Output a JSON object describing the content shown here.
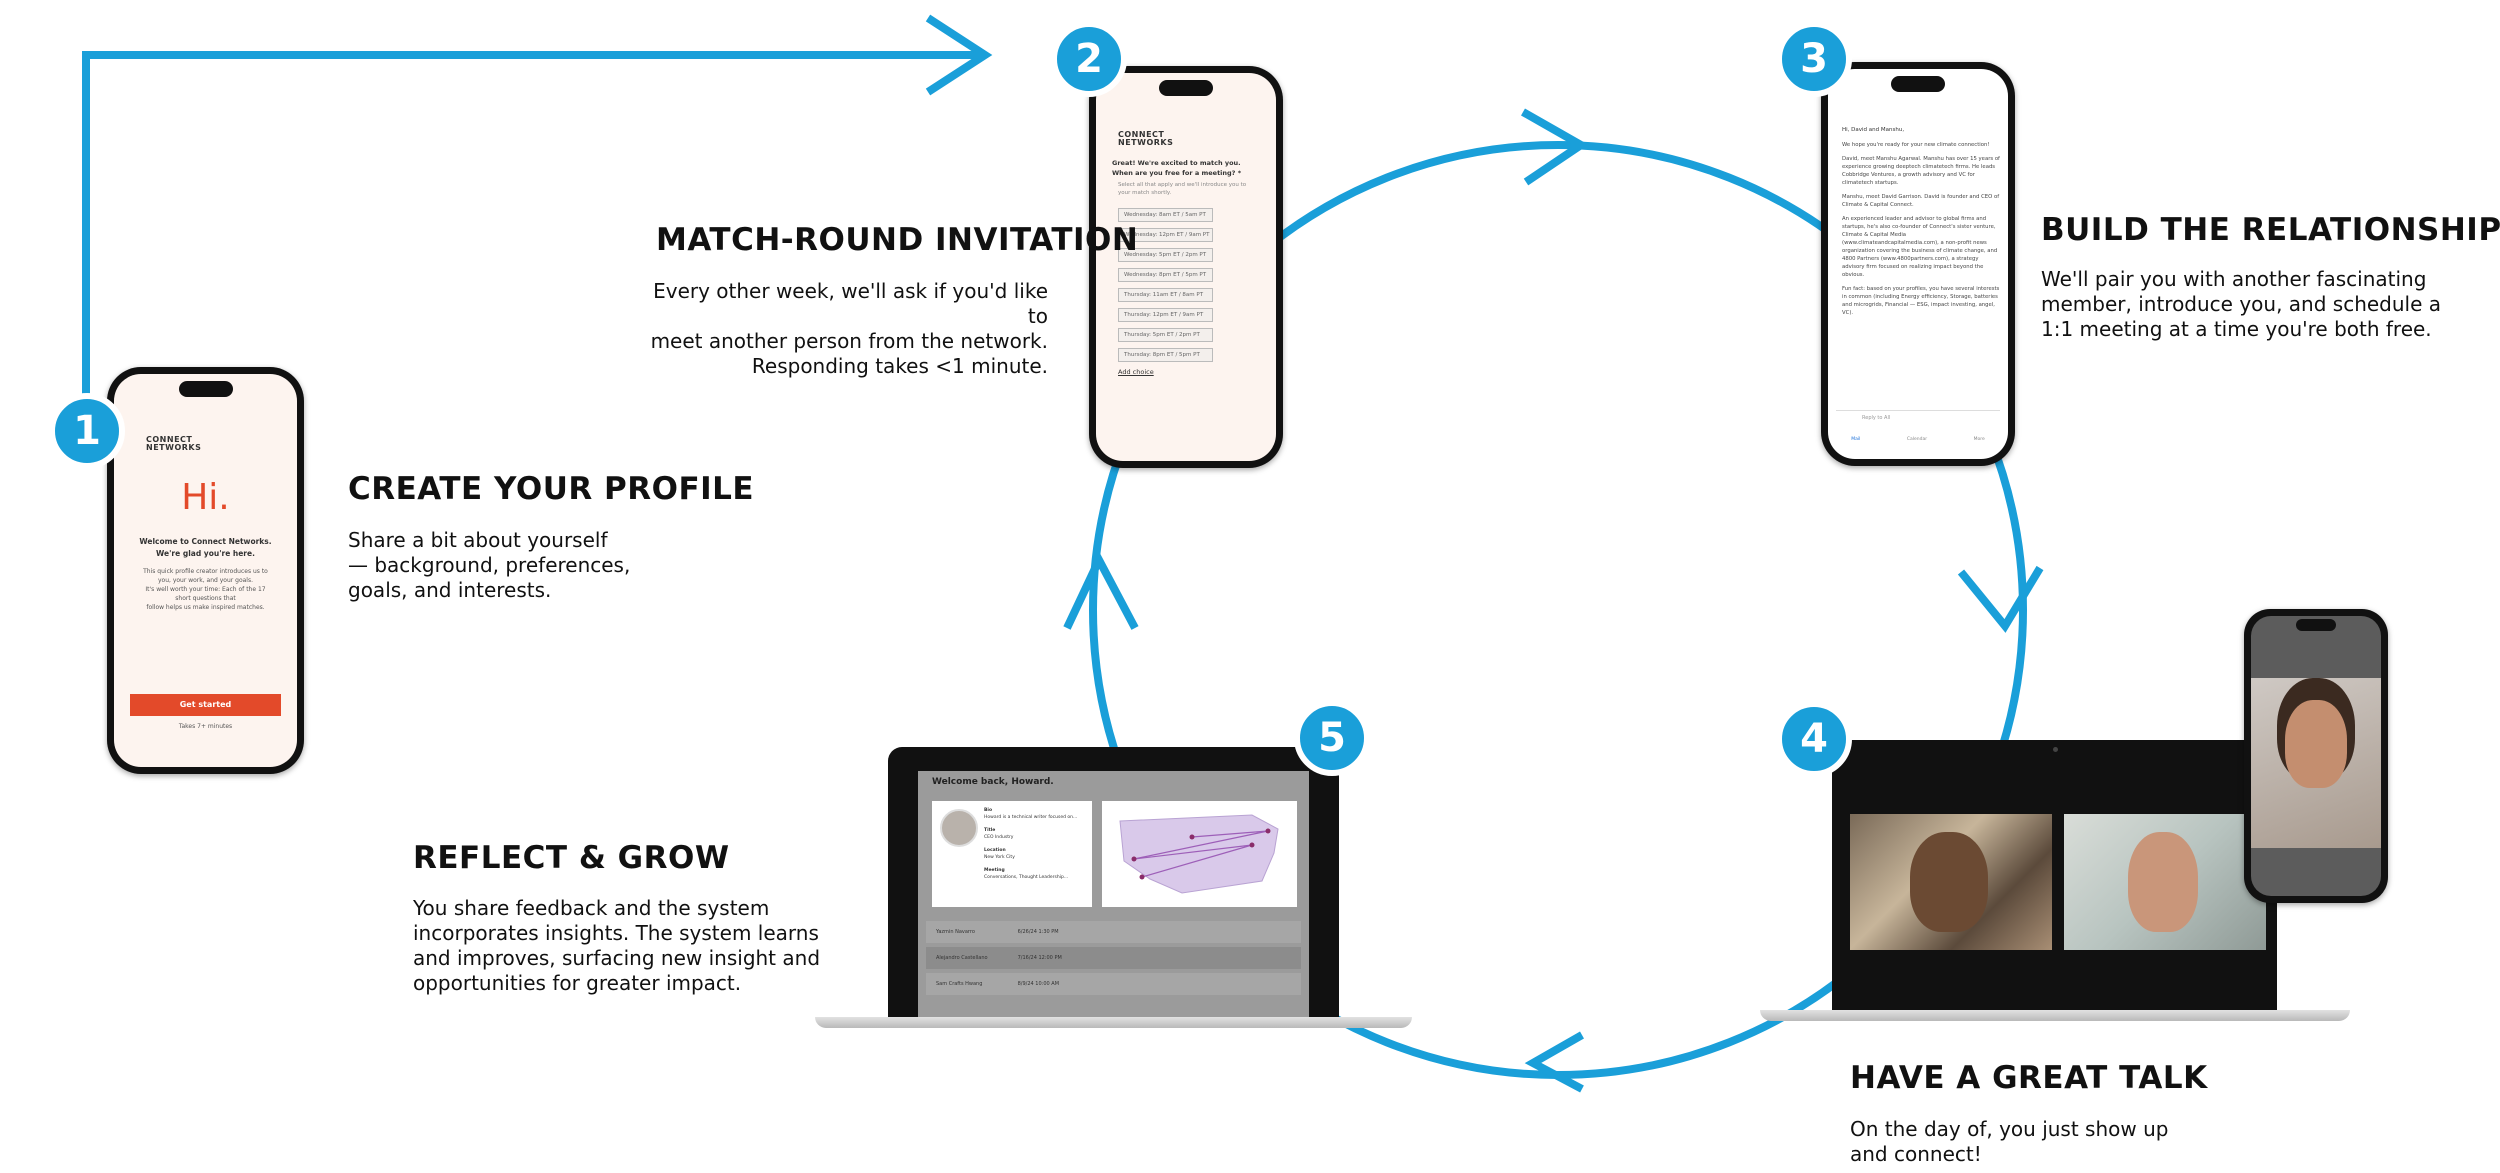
{
  "colors": {
    "accent": "#1a9fd9",
    "brand": "#e34a2a"
  },
  "steps": [
    {
      "number": "1",
      "title": "CREATE YOUR PROFILE",
      "description": "Share a bit about yourself\n— background, preferences,\ngoals, and interests."
    },
    {
      "number": "2",
      "title": "MATCH-ROUND INVITATION",
      "description": "Every other week, we'll ask if you'd like to\nmeet another person from the network.\nResponding takes <1 minute."
    },
    {
      "number": "3",
      "title": "BUILD THE RELATIONSHIP",
      "description": "We'll pair you with another fascinating\nmember, introduce you, and schedule a\n1:1 meeting at a time you're both free."
    },
    {
      "number": "4",
      "title": "HAVE A GREAT TALK",
      "description": "On the day of, you just show up\nand connect!"
    },
    {
      "number": "5",
      "title": "REFLECT & GROW",
      "description": "You share feedback and the system\nincorporates insights. The system learns\nand improves, surfacing new insight and\nopportunities for greater impact."
    }
  ],
  "phone1": {
    "brand": "CONNECT\nNETWORKS",
    "greeting": "Hi.",
    "welcome": "Welcome to Connect Networks.\nWe're glad you're here.",
    "body": "This quick profile creator introduces us to\nyou, your work, and your goals.\nIt's well worth your time: Each of the 17\nshort questions that\nfollow helps us make inspired matches.",
    "button": "Get started",
    "duration": "Takes 7+ minutes"
  },
  "phone2": {
    "brand": "CONNECT\nNETWORKS",
    "question": "Great! We're excited to match you.\nWhen are you free for a meeting? *",
    "hint": "Select all that apply and we'll introduce you to\nyour match shortly.",
    "slots": [
      "Wednesday: 8am ET / 5am PT",
      "Wednesday: 12pm ET / 9am PT",
      "Wednesday: 5pm ET / 2pm PT",
      "Wednesday: 8pm ET / 5pm PT",
      "Thursday: 11am ET / 8am PT",
      "Thursday: 12pm ET / 9am PT",
      "Thursday: 5pm ET / 2pm PT",
      "Thursday: 8pm ET / 5pm PT"
    ],
    "add": "Add choice"
  },
  "phone3": {
    "greeting": "Hi, David and Manshu,",
    "paragraphs": [
      "We hope you're ready for your new climate connection!",
      "David, meet Manshu Agarwal. Manshu has over 15 years of experience growing deeptech climatetech firms. He leads Cobbridge Ventures, a growth advisory and VC for climatetech startups.",
      "Manshu, meet David Garrison. David is founder and CEO of Climate & Capital Connect.",
      "An experienced leader and advisor to global firms and startups, he's also co-founder of Connect's sister venture, Climate & Capital Media (www.climateandcapitalmedia.com), a non-profit news organization covering the business of climate change, and 4800 Partners (www.4800partners.com), a strategy advisory firm focused on realizing impact beyond the obvious.",
      "Fun fact: based on your profiles, you have several interests in common (including Energy efficiency, Storage, batteries and microgrids, Financial — ESG, impact investing, angel, VC)."
    ],
    "reply": "Reply to All",
    "tabs": [
      "Mail",
      "Calendar",
      "More"
    ]
  },
  "laptop5": {
    "welcome": "Welcome back, Howard.",
    "profile_lines": [
      "Bio",
      "Howard is a technical writer focused on...",
      "Title",
      "CEO Industry",
      "Location",
      "New York City",
      "Meeting",
      "Conversations, Thought Leadership..."
    ],
    "rows": [
      {
        "name": "Yazmin Navarro",
        "date": "6/26/24 1:30 PM"
      },
      {
        "name": "Alejandro Castellano",
        "date": "7/16/24 12:00 PM"
      },
      {
        "name": "Sam Crafts Hwang",
        "date": "8/9/24 10:00 AM"
      }
    ]
  }
}
